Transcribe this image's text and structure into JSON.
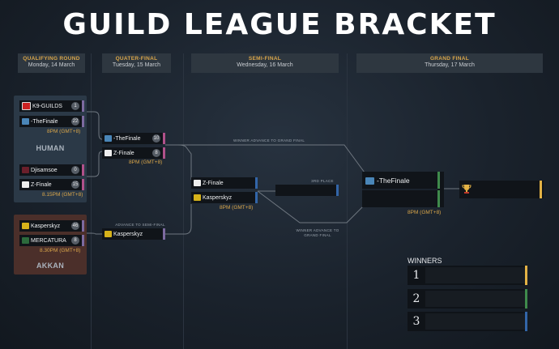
{
  "title": "GUILD LEAGUE BRACKET",
  "rounds": [
    {
      "name": "QUALIFYING ROUND",
      "date": "Monday, 14 March"
    },
    {
      "name": "QUATER-FINAL",
      "date": "Tuesday, 15 March"
    },
    {
      "name": "SEMI-FINAL",
      "date": "Wednesday, 16 March"
    },
    {
      "name": "GRAND FINAL",
      "date": "Thursday, 17 March"
    }
  ],
  "groups": {
    "human": {
      "name": "HUMAN",
      "match1": {
        "team1": "K9-GUILDS",
        "score1": "1",
        "team2": "-TheFinale",
        "score2": "22",
        "time": "8PM (GMT+8)"
      },
      "match2": {
        "team1": "Djisamsoe",
        "score1": "0",
        "team2": "Z-Finale",
        "score2": "15",
        "time": "8.15PM (GMT+8)"
      }
    },
    "akkan": {
      "name": "AKKAN",
      "match1": {
        "team1": "Kasperskyz",
        "score1": "46",
        "team2": "MERCATURA",
        "score2": "8",
        "time": "8.30PM (GMT+8)"
      }
    }
  },
  "quarter": {
    "match1": {
      "team1": "-TheFinale",
      "score1": "10",
      "team2": "Z-Finale",
      "score2": "8",
      "time": "8PM (GMT+8)"
    },
    "bye": {
      "team": "Kasperskyz",
      "note": "ADVANCE TO SEMI-FINAL"
    }
  },
  "semi": {
    "match1": {
      "team1": "Z-Finale",
      "team2": "Kasperskyz",
      "time": "8PM (GMT+8)"
    },
    "third_place": "3RD PLACE",
    "note_top": "WINNER ADVANCE TO GRAND FINAL",
    "note_bottom_1": "WINNER ADVANCE TO",
    "note_bottom_2": "GRAND FINAL"
  },
  "final": {
    "team1": "-TheFinale",
    "time": "8PM (GMT+8)",
    "trophy": "trophy-icon"
  },
  "winners": {
    "title": "WINNERS",
    "ranks": [
      "1",
      "2",
      "3"
    ]
  },
  "colors": {
    "gold": "#e3b245",
    "green": "#3f8a4c",
    "blue": "#3265a8",
    "purple": "#7d6aa0",
    "pink": "#b0518a",
    "round_label": "#d9a64a",
    "human_panel": "#2b3947",
    "akkan_panel": "#4b2f2a"
  }
}
